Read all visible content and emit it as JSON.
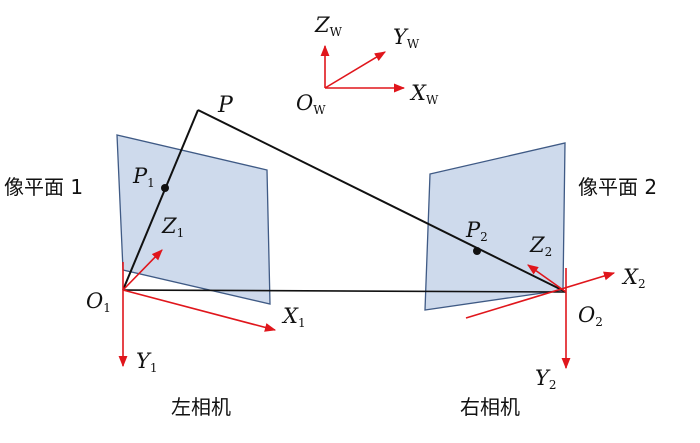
{
  "labels": {
    "zw": "Z",
    "zw_sub": "W",
    "yw": "Y",
    "yw_sub": "W",
    "xw": "X",
    "xw_sub": "W",
    "ow": "O",
    "ow_sub": "W",
    "p": "P",
    "p1": "P",
    "p1_sub": "1",
    "p2": "P",
    "p2_sub": "2",
    "z1": "Z",
    "z1_sub": "1",
    "z2": "Z",
    "z2_sub": "2",
    "o1": "O",
    "o1_sub": "1",
    "o2": "O",
    "o2_sub": "2",
    "x1": "X",
    "x1_sub": "1",
    "x2": "X",
    "x2_sub": "2",
    "y1": "Y",
    "y1_sub": "1",
    "y2": "Y",
    "y2_sub": "2",
    "plane1": "像平面 1",
    "plane2": "像平面 2",
    "left_camera": "左相机",
    "right_camera": "右相机"
  },
  "colors": {
    "axis": "#e0161c",
    "plane_fill": "#c9d6ea",
    "plane_stroke": "#3f5a85",
    "ray": "#111111"
  }
}
